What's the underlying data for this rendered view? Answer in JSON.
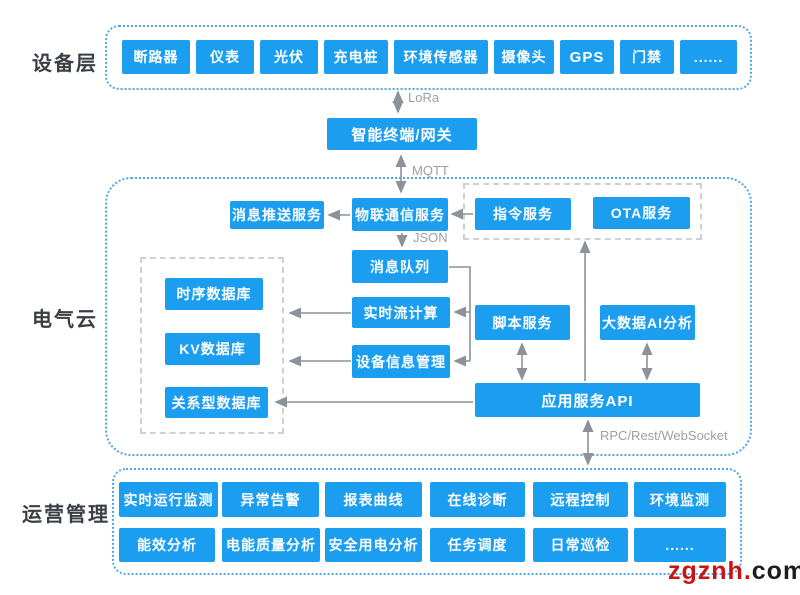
{
  "layer_labels": {
    "device": "设备层",
    "cloud": "电气云",
    "ops": "运营管理"
  },
  "device_layer": {
    "boxes": [
      "断路器",
      "仪表",
      "光伏",
      "充电桩",
      "环境传感器",
      "摄像头",
      "GPS",
      "门禁",
      "......"
    ]
  },
  "gateway": {
    "label": "智能终端/网关"
  },
  "protocol_labels": {
    "lora": "LoRa",
    "mqtt": "MQTT",
    "json": "JSON",
    "rpc": "RPC/Rest/WebSocket"
  },
  "cloud_layer": {
    "message_push": "消息推送服务",
    "iot_comm": "物联通信服务",
    "command": "指令服务",
    "ota": "OTA服务",
    "message_queue": "消息队列",
    "stream_computing": "实时流计算",
    "device_info": "设备信息管理",
    "timeseries_db": "时序数据库",
    "kv_db": "KV数据库",
    "relational_db": "关系型数据库",
    "script_service": "脚本服务",
    "bigdata_ai": "大数据AI分析",
    "app_api": "应用服务API"
  },
  "ops_layer": {
    "row1": [
      "实时运行监测",
      "异常告警",
      "报表曲线",
      "在线诊断",
      "远程控制",
      "环境监测"
    ],
    "row2": [
      "能效分析",
      "电能质量分析",
      "安全用电分析",
      "任务调度",
      "日常巡检",
      "......"
    ]
  },
  "watermark": {
    "part1": "zgznh.",
    "part2": "com"
  },
  "colors": {
    "box_blue": "#1b9ef0",
    "dashed_blue": "#4da7e8",
    "dashed_gray": "#cdd1d5",
    "arrow_gray": "#8b9299",
    "label_dark": "#3a3f45",
    "watermark_red": "#c81414",
    "watermark_black": "#1d1d1d"
  }
}
